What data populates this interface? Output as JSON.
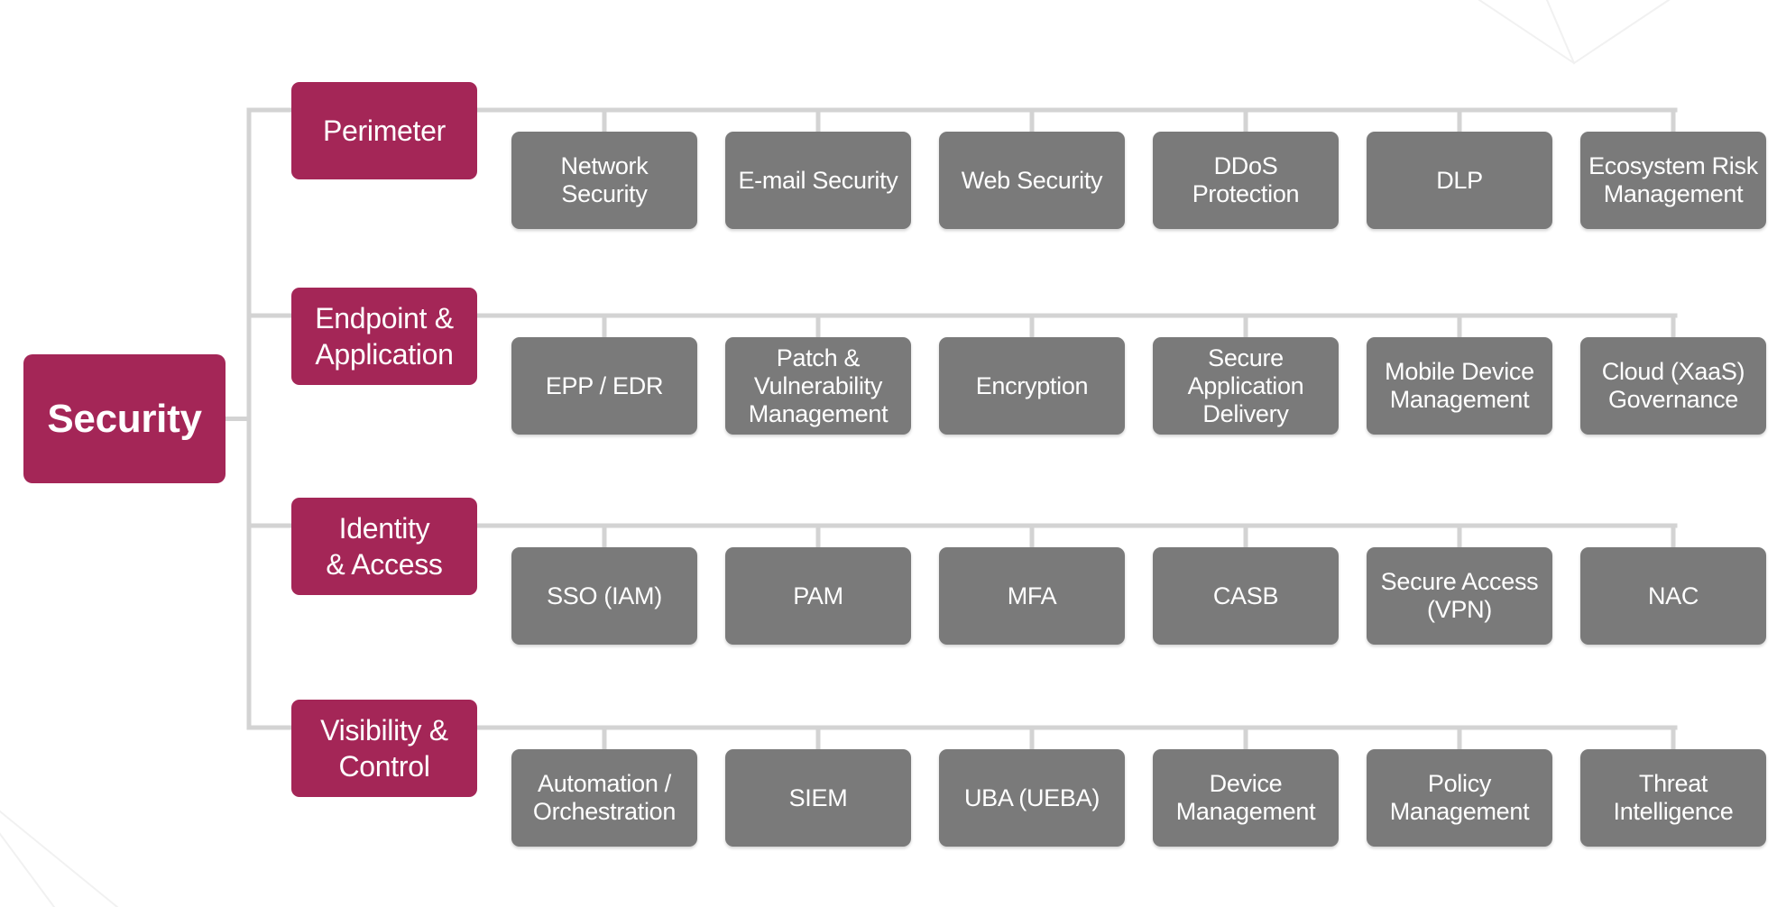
{
  "diagram": {
    "root_label": "Security",
    "colors": {
      "root": "#a42657",
      "category": "#a42657",
      "item": "#7a7a7a",
      "connector": "#d3d3d3",
      "text": "#ffffff"
    },
    "categories": [
      {
        "label": "Perimeter",
        "items": [
          "Network\nSecurity",
          "E-mail Security",
          "Web Security",
          "DDoS\nProtection",
          "DLP",
          "Ecosystem Risk\nManagement"
        ]
      },
      {
        "label": "Endpoint &\nApplication",
        "items": [
          "EPP / EDR",
          "Patch &\nVulnerability\nManagement",
          "Encryption",
          "Secure\nApplication\nDelivery",
          "Mobile Device\nManagement",
          "Cloud (XaaS)\nGovernance"
        ]
      },
      {
        "label": "Identity\n& Access",
        "items": [
          "SSO (IAM)",
          "PAM",
          "MFA",
          "CASB",
          "Secure Access\n(VPN)",
          "NAC"
        ]
      },
      {
        "label": "Visibility &\nControl",
        "items": [
          "Automation /\nOrchestration",
          "SIEM",
          "UBA (UEBA)",
          "Device\nManagement",
          "Policy\nManagement",
          "Threat\nIntelligence"
        ]
      }
    ]
  }
}
